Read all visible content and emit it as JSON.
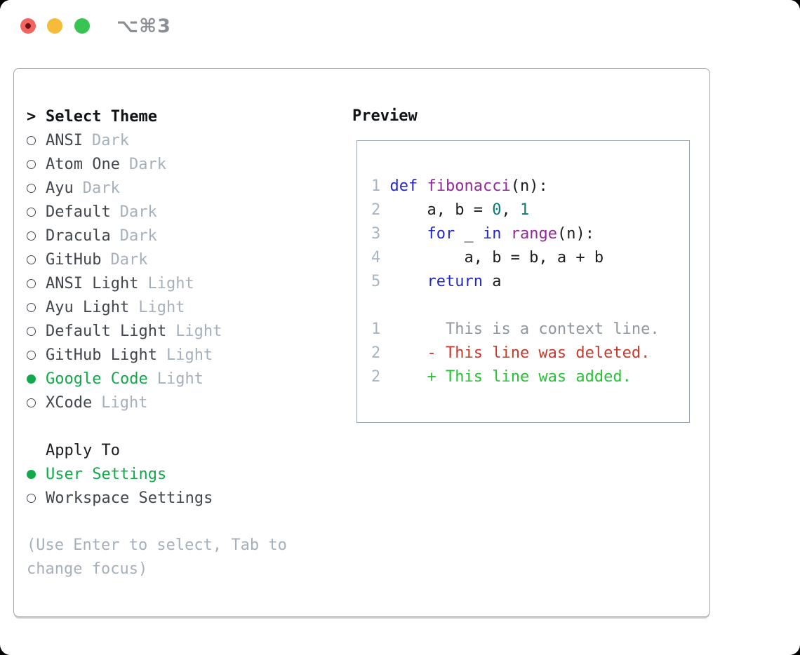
{
  "titlebar": {
    "title": "⌥⌘3"
  },
  "theme_panel": {
    "header_prefix": ">",
    "header": "Select Theme",
    "themes": [
      {
        "name": "ANSI",
        "variant": "Dark",
        "selected": false
      },
      {
        "name": "Atom One",
        "variant": "Dark",
        "selected": false
      },
      {
        "name": "Ayu",
        "variant": "Dark",
        "selected": false
      },
      {
        "name": "Default",
        "variant": "Dark",
        "selected": false
      },
      {
        "name": "Dracula",
        "variant": "Dark",
        "selected": false
      },
      {
        "name": "GitHub",
        "variant": "Dark",
        "selected": false
      },
      {
        "name": "ANSI Light",
        "variant": "Light",
        "selected": false
      },
      {
        "name": "Ayu Light",
        "variant": "Light",
        "selected": false
      },
      {
        "name": "Default Light",
        "variant": "Light",
        "selected": false
      },
      {
        "name": "GitHub Light",
        "variant": "Light",
        "selected": false
      },
      {
        "name": "Google Code",
        "variant": "Light",
        "selected": true
      },
      {
        "name": "XCode",
        "variant": "Light",
        "selected": false
      }
    ],
    "apply_to_header": "Apply To",
    "apply_targets": [
      {
        "name": "User Settings",
        "selected": true
      },
      {
        "name": "Workspace Settings",
        "selected": false
      }
    ],
    "hint": "(Use Enter to select, Tab to change focus)"
  },
  "preview_panel": {
    "header": "Preview",
    "code_lines": [
      {
        "num": "1",
        "tokens": [
          {
            "t": "def",
            "c": "keyword"
          },
          {
            "t": " ",
            "c": "default"
          },
          {
            "t": "fibonacci",
            "c": "function"
          },
          {
            "t": "(n):",
            "c": "default"
          }
        ]
      },
      {
        "num": "2",
        "tokens": [
          {
            "t": "    a, b = ",
            "c": "default"
          },
          {
            "t": "0",
            "c": "literal"
          },
          {
            "t": ", ",
            "c": "default"
          },
          {
            "t": "1",
            "c": "literal"
          }
        ]
      },
      {
        "num": "3",
        "tokens": [
          {
            "t": "    ",
            "c": "default"
          },
          {
            "t": "for",
            "c": "keyword"
          },
          {
            "t": " _ ",
            "c": "default"
          },
          {
            "t": "in",
            "c": "keyword"
          },
          {
            "t": " ",
            "c": "default"
          },
          {
            "t": "range",
            "c": "function"
          },
          {
            "t": "(n):",
            "c": "default"
          }
        ]
      },
      {
        "num": "4",
        "tokens": [
          {
            "t": "        a, b = b, a + b",
            "c": "default"
          }
        ]
      },
      {
        "num": "5",
        "tokens": [
          {
            "t": "    ",
            "c": "default"
          },
          {
            "t": "return",
            "c": "keyword"
          },
          {
            "t": " a",
            "c": "default"
          }
        ]
      }
    ],
    "diff_lines": [
      {
        "num": "1",
        "sign": "",
        "text": "This is a context line.",
        "kind": "context"
      },
      {
        "num": "2",
        "sign": "-",
        "text": "This line was deleted.",
        "kind": "deleted"
      },
      {
        "num": "2",
        "sign": "+",
        "text": "This line was added.",
        "kind": "added"
      }
    ]
  },
  "colors": {
    "selected_green": "#12a94a",
    "keyword_blue": "#2329c4",
    "function_purple": "#94279c",
    "literal_teal": "#0e7878",
    "deleted_red": "#c7392a",
    "added_green": "#27c135",
    "context_gray": "#8f969e",
    "muted_gray": "#a6b0bb",
    "line_number_gray": "#a9b4c1",
    "panel_border_gray": "#9aa5b1",
    "traffic_red": "#f2655e",
    "traffic_yellow": "#f6bb3b",
    "traffic_green": "#38c452"
  }
}
